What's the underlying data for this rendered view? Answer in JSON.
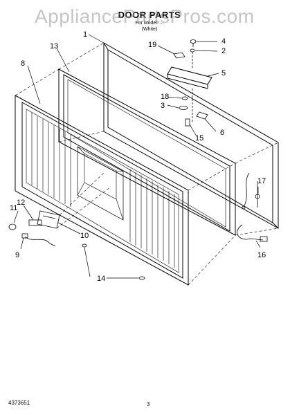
{
  "watermark": "AppliancePartsPros.com",
  "header": {
    "title": "DOOR PARTS",
    "subtitle_line1": "For Model: ...",
    "subtitle_line2": "(White)"
  },
  "callouts": [
    "1",
    "2",
    "3",
    "4",
    "5",
    "6",
    "8",
    "9",
    "10",
    "11",
    "12",
    "13",
    "14",
    "15",
    "16",
    "17",
    "18",
    "19"
  ],
  "footer": {
    "part_number": "4373651",
    "page_number": "3"
  }
}
